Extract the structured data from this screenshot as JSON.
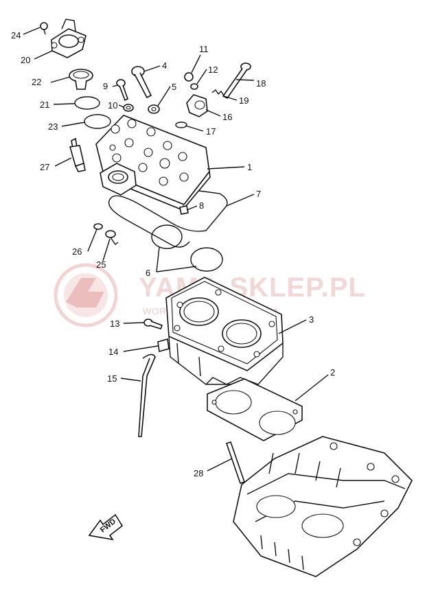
{
  "watermark": {
    "title": "YAMA-SKLEP.PL",
    "subtitle": "WORLD ... DEALER YAMAHA",
    "color": "#e9b8b8"
  },
  "direction_badge": "FWD",
  "callouts": [
    {
      "id": "1",
      "text": "1"
    },
    {
      "id": "2",
      "text": "2"
    },
    {
      "id": "3",
      "text": "3"
    },
    {
      "id": "4",
      "text": "4"
    },
    {
      "id": "5",
      "text": "5"
    },
    {
      "id": "6",
      "text": "6"
    },
    {
      "id": "7",
      "text": "7"
    },
    {
      "id": "8",
      "text": "8"
    },
    {
      "id": "9",
      "text": "9"
    },
    {
      "id": "10",
      "text": "10"
    },
    {
      "id": "11",
      "text": "11"
    },
    {
      "id": "12",
      "text": "12"
    },
    {
      "id": "13",
      "text": "13"
    },
    {
      "id": "14",
      "text": "14"
    },
    {
      "id": "15",
      "text": "15"
    },
    {
      "id": "16",
      "text": "16"
    },
    {
      "id": "17",
      "text": "17"
    },
    {
      "id": "18",
      "text": "18"
    },
    {
      "id": "19",
      "text": "19"
    },
    {
      "id": "20",
      "text": "20"
    },
    {
      "id": "21",
      "text": "21"
    },
    {
      "id": "22",
      "text": "22"
    },
    {
      "id": "23",
      "text": "23"
    },
    {
      "id": "24",
      "text": "24"
    },
    {
      "id": "25",
      "text": "25"
    },
    {
      "id": "26",
      "text": "26"
    },
    {
      "id": "27",
      "text": "27"
    },
    {
      "id": "28",
      "text": "28"
    }
  ]
}
